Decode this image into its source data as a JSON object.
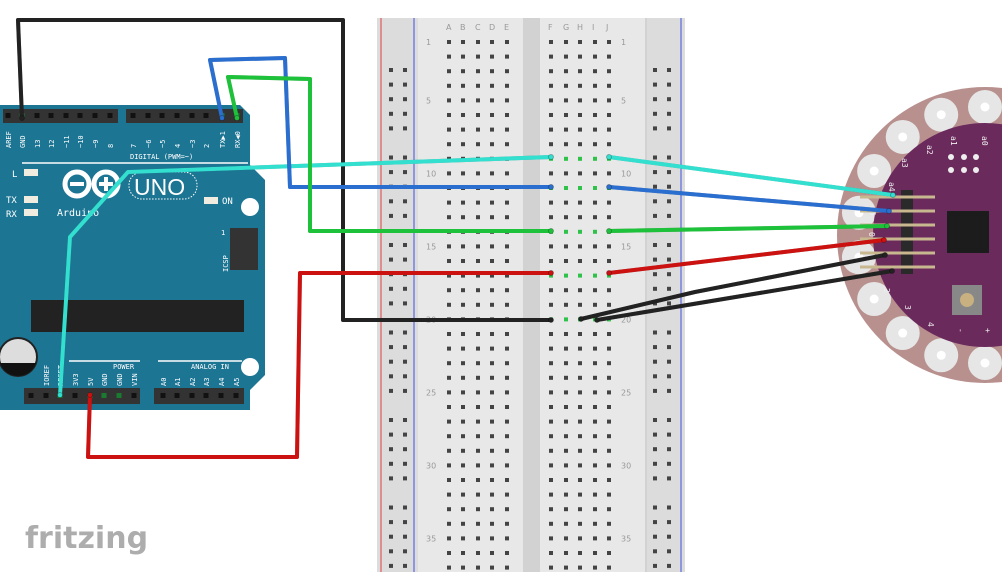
{
  "arduino": {
    "logo_text": "Arduino",
    "model": "UNO",
    "digital_header_label": "DIGITAL (PWM=~)",
    "top_pins": [
      "AREF",
      "GND",
      "13",
      "12",
      "~11",
      "~10",
      "~9",
      "8",
      "7",
      "~6",
      "~5",
      "4",
      "~3",
      "2",
      "TX▶1",
      "RX◀0"
    ],
    "leds": [
      "L",
      "TX",
      "RX"
    ],
    "on_label": "ON",
    "icsp_label": "ICSP",
    "icsp_number": "1",
    "power_label": "POWER",
    "analog_label": "ANALOG IN",
    "power_pins": [
      "IOREF",
      "RESET",
      "3V3",
      "5V",
      "GND",
      "GND",
      "VIN"
    ],
    "analog_pins": [
      "A0",
      "A1",
      "A2",
      "A3",
      "A4",
      "A5"
    ],
    "board_color": "#1d7594"
  },
  "breadboard": {
    "columns_left": [
      "A",
      "B",
      "C",
      "D",
      "E"
    ],
    "columns_right": [
      "F",
      "G",
      "H",
      "I",
      "J"
    ],
    "row_numbers": [
      "1",
      "5",
      "10",
      "15",
      "20",
      "25",
      "30",
      "35"
    ]
  },
  "lilypad": {
    "pads": [
      "a4",
      "a3",
      "a2",
      "a1",
      "a0",
      "a5",
      "0",
      "1",
      "2",
      "3",
      "4",
      "-",
      "+"
    ],
    "header_labels": [
      "5",
      "1",
      "0",
      "1",
      "1",
      "1"
    ],
    "body_color": "#6b2a5c"
  },
  "wires": {
    "colors": {
      "gnd": "#222222",
      "reset": "#33e0d0",
      "tx": "#2a6fd0",
      "rx": "#1ec23a",
      "vcc": "#cc1111"
    }
  },
  "branding": {
    "logo": "fritzing"
  }
}
